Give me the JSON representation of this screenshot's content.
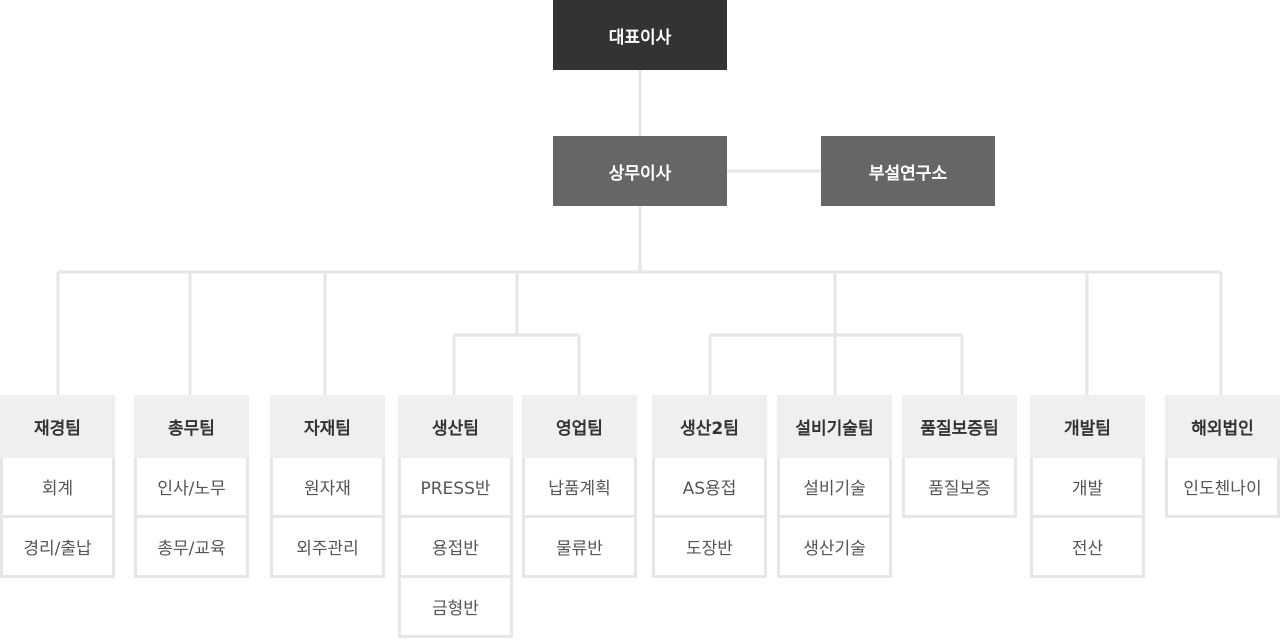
{
  "ceo": "대표이사",
  "managing_director": "상무이사",
  "research_institute": "부설연구소",
  "teams": [
    {
      "name": "재경팀",
      "items": [
        "회계",
        "경리/출납"
      ]
    },
    {
      "name": "총무팀",
      "items": [
        "인사/노무",
        "총무/교육"
      ]
    },
    {
      "name": "자재팀",
      "items": [
        "원자재",
        "외주관리"
      ]
    },
    {
      "name": "생산팀",
      "items": [
        "PRESS반",
        "용접반",
        "금형반"
      ]
    },
    {
      "name": "영업팀",
      "items": [
        "납품계획",
        "물류반"
      ]
    },
    {
      "name": "생산2팀",
      "items": [
        "AS용접",
        "도장반"
      ]
    },
    {
      "name": "설비기술팀",
      "items": [
        "설비기술",
        "생산기술"
      ]
    },
    {
      "name": "품질보증팀",
      "items": [
        "품질보증"
      ]
    },
    {
      "name": "개발팀",
      "items": [
        "개발",
        "전산"
      ]
    },
    {
      "name": "해외법인",
      "items": [
        "인도첸나이"
      ]
    }
  ],
  "colors": {
    "ceo_bg": "#333333",
    "mid_bg": "#666666",
    "team_head_bg": "#efefef",
    "line": "#e6e6e6"
  }
}
